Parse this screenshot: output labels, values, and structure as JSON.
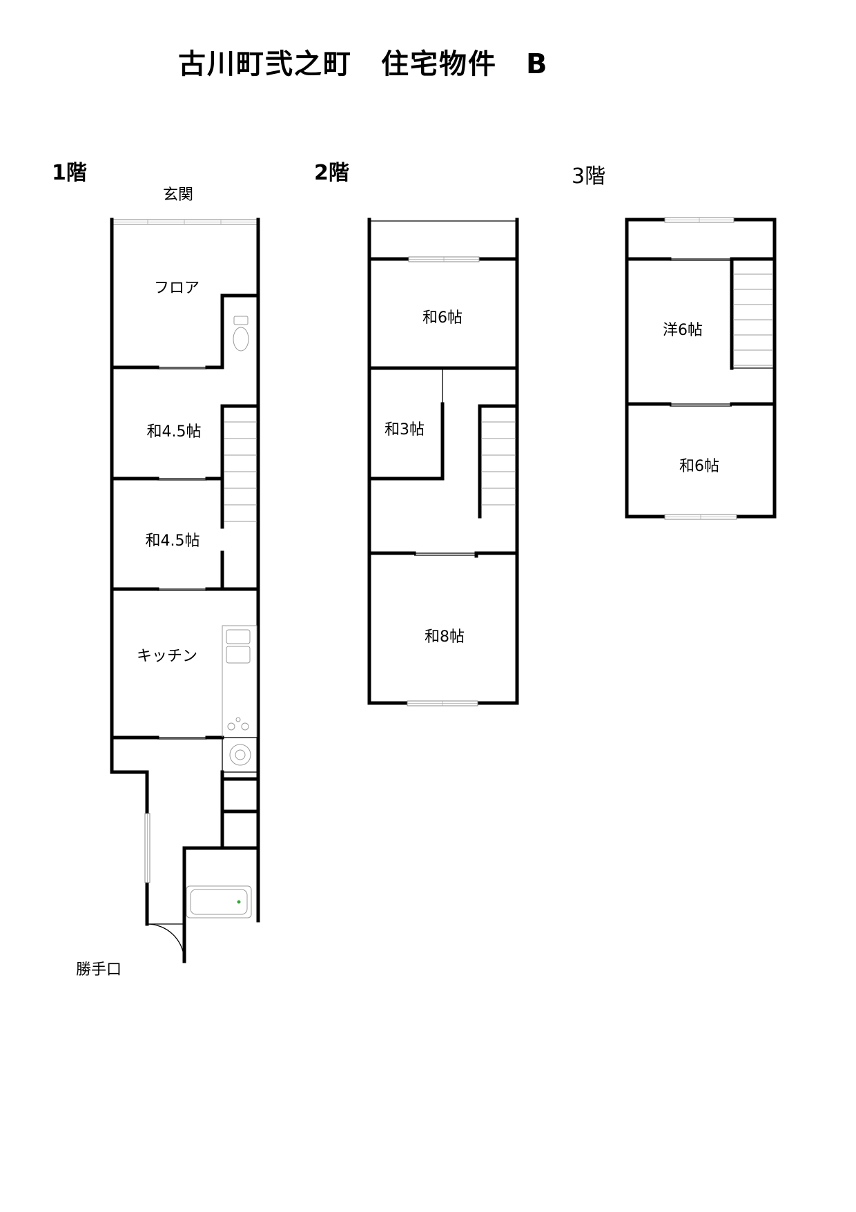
{
  "title": "古川町弐之町　住宅物件　B",
  "floors": [
    {
      "label": "1階"
    },
    {
      "label": "2階"
    },
    {
      "label": "3階"
    }
  ],
  "labels": {
    "entrance": "玄関",
    "back_door": "勝手口"
  },
  "rooms": {
    "f1": [
      "フロア",
      "和4.5帖",
      "和4.5帖",
      "キッチン"
    ],
    "f2": [
      "和6帖",
      "和3帖",
      "和8帖"
    ],
    "f3": [
      "洋6帖",
      "和6帖"
    ]
  }
}
